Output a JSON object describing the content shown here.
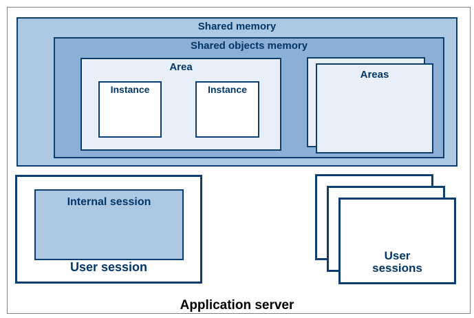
{
  "diagram": {
    "shared_memory_label": "Shared memory",
    "shared_objects_memory_label": "Shared objects memory",
    "area_label": "Area",
    "instance_label": "Instance",
    "areas_label": "Areas",
    "internal_session_label": "Internal session",
    "user_session_label": "User session",
    "user_sessions_label": "User sessions",
    "application_server_label": "Application server"
  },
  "colors": {
    "light_blue": "#adc8e3",
    "medium_blue": "#8cb0d5",
    "pale_blue": "#e9eff8",
    "navy_border": "#0b3d6e",
    "navy_text": "#003668",
    "title_black": "#000000",
    "frame_gray": "#808080"
  }
}
